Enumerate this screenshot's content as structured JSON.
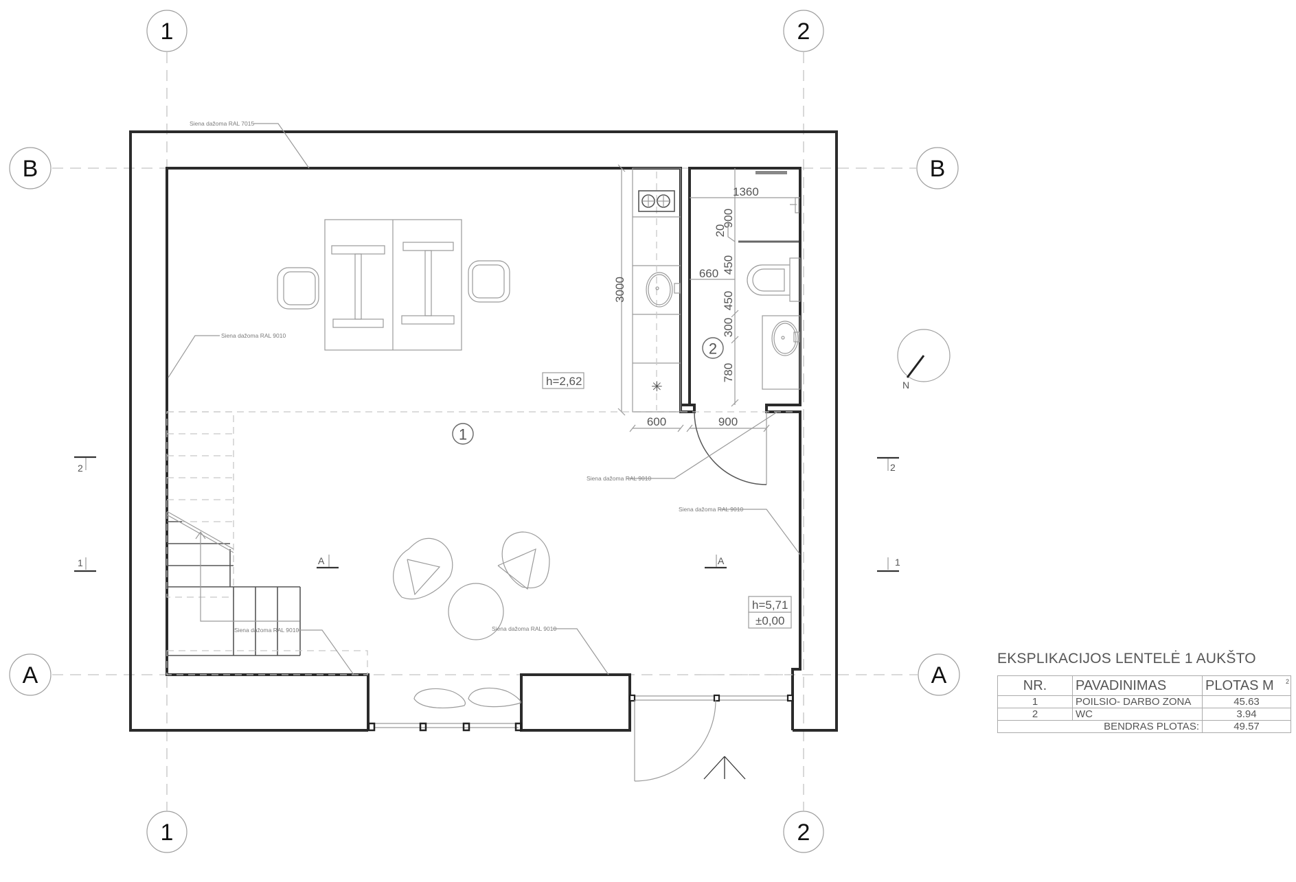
{
  "grid": {
    "columns": [
      "1",
      "2"
    ],
    "rows": [
      "B",
      "A"
    ]
  },
  "north_arrow": {
    "label": "N"
  },
  "section_marks": {
    "one": "1",
    "two": "2",
    "a": "A"
  },
  "annotations": {
    "wall_outer": "Siena dažoma RAL 7015",
    "wall_1": "Siena dažoma RAL 9010",
    "wall_2": "Siena dažoma RAL 9010",
    "wall_3": "Siena dažoma RAL 9010",
    "wall_4": "Siena dažoma RAL 9010",
    "wall_5": "Siena dažoma RAL 9010"
  },
  "dimensions": {
    "kitchen_length": "3000",
    "kitchen_depth": "600",
    "wc_door": "900",
    "wc_width": "1360",
    "wc_900": "900",
    "wc_20": "20",
    "wc_450a": "450",
    "wc_660": "660",
    "wc_450b": "450",
    "wc_300": "300",
    "wc_780": "780"
  },
  "levels": {
    "mezzanine_height": "h=2,62",
    "main_height": "h=5,71",
    "floor_level": "±0,00"
  },
  "rooms": [
    {
      "number": "1"
    },
    {
      "number": "2"
    }
  ],
  "explication_table": {
    "title": "EKSPLIKACIJOS LENTELĖ 1 AUKŠTO",
    "headers": {
      "nr": "NR.",
      "name": "PAVADINIMAS",
      "area": "PLOTAS M",
      "area_sup": "2"
    },
    "rows": [
      {
        "nr": "1",
        "name": "POILSIO- DARBO ZONA",
        "area": "45.63"
      },
      {
        "nr": "2",
        "name": "WC",
        "area": "3.94"
      }
    ],
    "total_label": "BENDRAS PLOTAS:",
    "total_area": "49.57"
  }
}
